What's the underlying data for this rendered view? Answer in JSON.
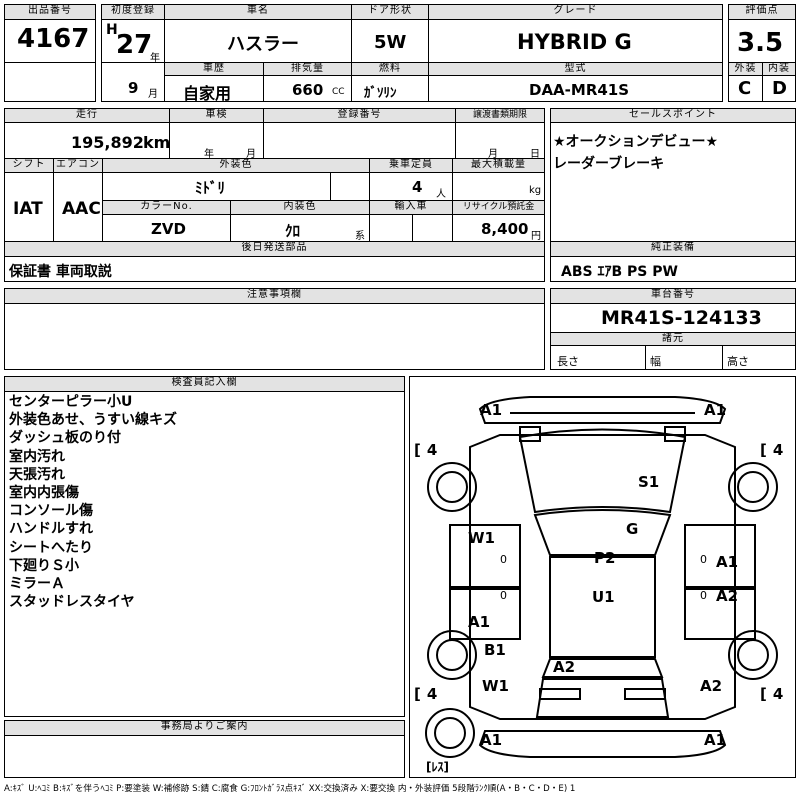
{
  "header": {
    "lot_label": "出品番号",
    "lot_no": "4167",
    "reg_label": "初度登録",
    "era": "H",
    "reg_year": "27",
    "year_suffix": "年",
    "reg_month": "9",
    "month_suffix": "月",
    "name_label": "車名",
    "car_name": "ハスラー",
    "door_label": "ドア形状",
    "door": "5W",
    "grade_label": "グレード",
    "grade": "HYBRID G",
    "score_label": "評価点",
    "score": "3.5",
    "history_label": "車歴",
    "history": "自家用",
    "disp_label": "排気量",
    "displacement": "660",
    "cc": "CC",
    "fuel_label": "燃料",
    "fuel": "ｶﾞｿﾘﾝ",
    "model_label": "型式",
    "model": "DAA-MR41S",
    "ext_label": "外装",
    "ext_grade": "C",
    "int_label": "内装",
    "int_grade": "D"
  },
  "row2": {
    "mileage_label": "走行",
    "mileage": "195,892",
    "km": "km",
    "inspect_label": "車検",
    "year_suffix": "年",
    "month_suffix": "月",
    "regno_label": "登録番号",
    "transfer_label": "譲渡書類期限",
    "month_suffix2": "月",
    "day_suffix": "日",
    "shift_label": "シフト",
    "shift": "IAT",
    "ac_label": "エアコン",
    "ac": "AAC",
    "color_label": "外装色",
    "color": "ﾐﾄﾞﾘ",
    "seats_label": "乗車定員",
    "seats": "4",
    "seats_unit": "人",
    "load_label": "最大積載量",
    "load_unit": "kg",
    "colorno_label": "カラーNo.",
    "color_no": "ZVD",
    "interior_label": "内装色",
    "interior": "ｸﾛ",
    "interior_unit": "系",
    "import_label": "輸入車",
    "recycle_label": "リサイクル預託金",
    "recycle": "8,400",
    "yen": "円"
  },
  "sales_point": {
    "label": "セールスポイント",
    "lines": [
      "★オークションデビュー★",
      "レーダーブレーキ"
    ]
  },
  "later_items": {
    "label": "後日発送部品",
    "text": "保証書 車両取説"
  },
  "equipment": {
    "label": "純正装備",
    "text": "ABS ｴｱB PS PW"
  },
  "caution": {
    "label": "注意事項欄"
  },
  "chassis": {
    "label": "車台番号",
    "value": "MR41S-124133",
    "dims_label": "諸元",
    "length_label": "長さ",
    "width_label": "幅",
    "height_label": "高さ"
  },
  "inspector": {
    "label": "検査員記入欄",
    "lines": [
      "センターピラー小U",
      "外装色あせ、うすい線キズ",
      "ダッシュ板のり付",
      "室内汚れ",
      "天張汚れ",
      "室内内張傷",
      "コンソール傷",
      "ハンドルすれ",
      "シートへたり",
      "下廻りＳ小",
      "ミラーＡ",
      "スタッドレスタイヤ"
    ]
  },
  "office": {
    "label": "事務局よりご案内"
  },
  "legend": "A:ｷｽﾞ U:ﾍｺﾐ B:ｷｽﾞを伴うﾍｺﾐ P:要塗装 W:補修跡 S:錆 C:腐食 G:ﾌﾛﾝﾄｶﾞﾗｽ点ｷｽﾞ XX:交換済み X:要交換 内・外装評価 5段階ﾗﾝｸ順(A・B・C・D・E) 1",
  "diagram": {
    "tire_bracket": "[",
    "tire_count": "4",
    "tire_bracket_close": "[",
    "marks": {
      "front_left": "A1",
      "front_right": "A1",
      "hood": "S1",
      "windshield": "G",
      "front_door_left": "W1",
      "front_door_right": "A1",
      "rear_door_right": "A2",
      "roof": "P2",
      "pillar": "U1",
      "rear_door_left": "A1",
      "rear_qtr_left": "B1",
      "rear_qtr_left2": "W1",
      "rear_qtr_right": "A2",
      "trunk": "A2",
      "rear_left": "A1",
      "rear_right": "A1",
      "zero_left": "0",
      "zero_right": "0",
      "zero_left2": "0",
      "zero_right2": "0"
    },
    "spare": "[ﾚｽ]"
  }
}
